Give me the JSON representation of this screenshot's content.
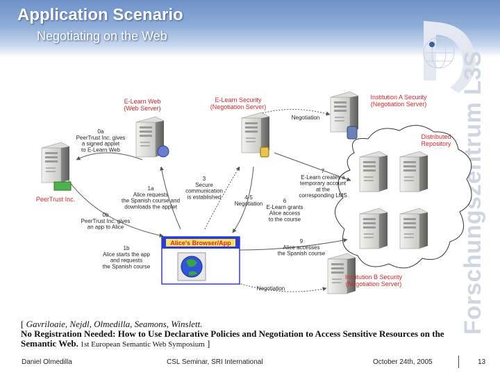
{
  "header": {
    "title": "Application Scenario",
    "subtitle": "Negotiating on the Web"
  },
  "brand": {
    "vertical_text": "Forschungszentrum L3S",
    "logo_icon": "l3s-dot-globe-logo-icon"
  },
  "diagram": {
    "nodes": {
      "elearn_web": "E-Learn Web\n(Web Server)",
      "elearn_security": "E-Learn Security\n(Negotiation Server)",
      "instA_security": "Institution A Security\n(Negotiation Server)",
      "distributed_repository": "Distributed\nRepository",
      "peertrust": "PeerTrust Inc.",
      "alice_browser": "Alice's Browser/App",
      "instB_security": "Institution B Security\n(Negotiation Server)"
    },
    "steps": {
      "s0a": "0a\nPeerTrust Inc. gives\na signed applet\nto E-Learn Web",
      "s0b": "0b\nPeerTrust Inc. gives\nan app to Alice",
      "s1a": "1a\nAlice requests\nthe Spanish course and\ndownloads the applet",
      "s1b": "1b\nAlice starts the app\nand requests\nthe Spanish course",
      "s3": "3\nSecure\ncommunication\nis established",
      "s45": "4-5\nNegotiation",
      "s6": "6\nE-Learn grants\nAlice access\nto the course",
      "s7": "7\nE-Learn creates a\ntemporary account\nat the\ncorresponding LMS",
      "s9": "9\nAlice accesses\nthe Spanish course",
      "neg_top": "Negotiation",
      "neg_bottom": "Negotiation"
    }
  },
  "citation": {
    "open": "[ ",
    "authors": "Gavriloaie, Nejdl, Olmedilla, Seamons, Winslett.",
    "title": "No Registration Needed: How to Use Declarative Policies and Negotiation to Access Sensitive Resources on the Semantic Web.",
    "venue": " 1st European Semantic Web Symposium",
    "close": " ]"
  },
  "footer": {
    "author": "Daniel Olmedilla",
    "event": "CSL Seminar, SRI International",
    "date": "October 24th, 2005",
    "page": "13"
  },
  "colors": {
    "header_blue": "#7b9bd0",
    "node_label_red": "#d8262a",
    "alice_header_blue": "#2a3fd1",
    "alice_label_red": "#e82020"
  }
}
